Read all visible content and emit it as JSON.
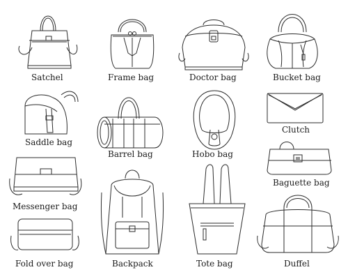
{
  "bags": [
    {
      "id": "satchel",
      "label": "Satchel"
    },
    {
      "id": "frame-bag",
      "label": "Frame bag"
    },
    {
      "id": "doctor-bag",
      "label": "Doctor bag"
    },
    {
      "id": "bucket-bag",
      "label": "Bucket bag"
    },
    {
      "id": "saddle-bag",
      "label": "Saddle bag"
    },
    {
      "id": "barrel-bag",
      "label": "Barrel bag"
    },
    {
      "id": "hobo-bag",
      "label": "Hobo bag"
    },
    {
      "id": "clutch",
      "label": "Clutch"
    },
    {
      "id": "baguette-bag",
      "label": "Baguette bag"
    },
    {
      "id": "messenger-bag",
      "label": "Messenger bag"
    },
    {
      "id": "fold-over-bag",
      "label": "Fold over bag"
    },
    {
      "id": "backpack",
      "label": "Backpack"
    },
    {
      "id": "tote-bag",
      "label": "Tote bag"
    },
    {
      "id": "duffel",
      "label": "Duffel"
    }
  ],
  "stock_id": "231039619",
  "colors": {
    "line": "#2b2b2b",
    "background": "#ffffff",
    "text": "#1a1a1a"
  }
}
